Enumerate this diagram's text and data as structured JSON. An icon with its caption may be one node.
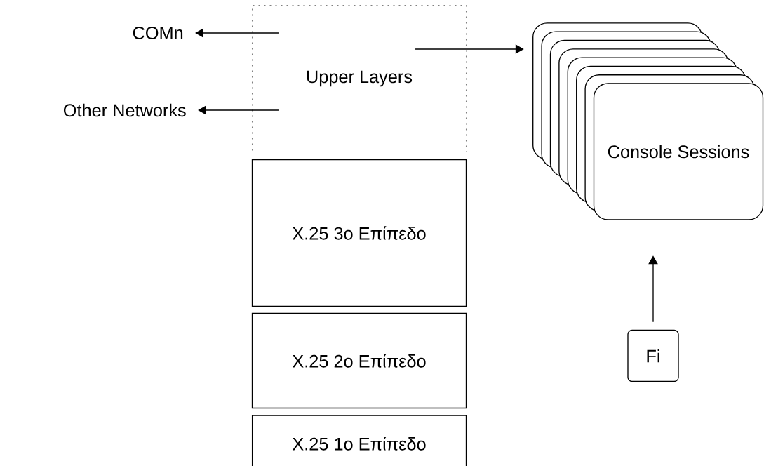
{
  "diagram": {
    "nodes": [
      {
        "text": [
          "Upper Layers"
        ]
      },
      {
        "text": [
          "COMn"
        ]
      },
      {
        "text": [
          "Other Networks"
        ]
      },
      {
        "text": [
          "X.25 3o Επίπεδο"
        ]
      },
      {
        "text": [
          "X.25 2o Επίπεδο"
        ]
      },
      {
        "text": [
          "X.25 1o Επίπεδο"
        ]
      },
      {
        "text": [
          "Console Sessions"
        ]
      },
      {
        "text": [
          "Fi"
        ]
      }
    ],
    "edges": [
      {
        "from": 0,
        "to": 1,
        "arrow": "to"
      },
      {
        "from": 0,
        "to": 2,
        "arrow": "to"
      },
      {
        "from": 0,
        "to": 6,
        "arrow": "to"
      },
      {
        "from": 7,
        "to": 6,
        "arrow": "to"
      }
    ]
  }
}
